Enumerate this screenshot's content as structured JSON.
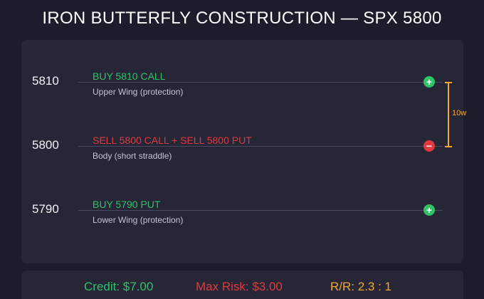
{
  "title": "IRON BUTTERFLY CONSTRUCTION — SPX 5800",
  "legs": [
    {
      "strike": "5810",
      "action": "BUY 5810 CALL",
      "description": "Upper Wing (protection)",
      "side": "buy",
      "marker": "+"
    },
    {
      "strike": "5800",
      "action": "SELL 5800 CALL + SELL 5800 PUT",
      "description": "Body (short straddle)",
      "side": "sell",
      "marker": "−"
    },
    {
      "strike": "5790",
      "action": "BUY 5790 PUT",
      "description": "Lower Wing (protection)",
      "side": "buy",
      "marker": "+"
    }
  ],
  "wing_width_label": "10w",
  "summary": {
    "credit": "Credit: $7.00",
    "max_risk": "Max Risk: $3.00",
    "rr_label": "R/R:",
    "rr_value": "2.3 : 1"
  },
  "colors": {
    "buy": "#30c267",
    "sell": "#e0393d",
    "accent": "#f0a830",
    "background": "#1c1c2b",
    "panel": "#262637"
  },
  "icons": {
    "buy_marker": "plus-circle-icon",
    "sell_marker": "minus-circle-icon"
  }
}
